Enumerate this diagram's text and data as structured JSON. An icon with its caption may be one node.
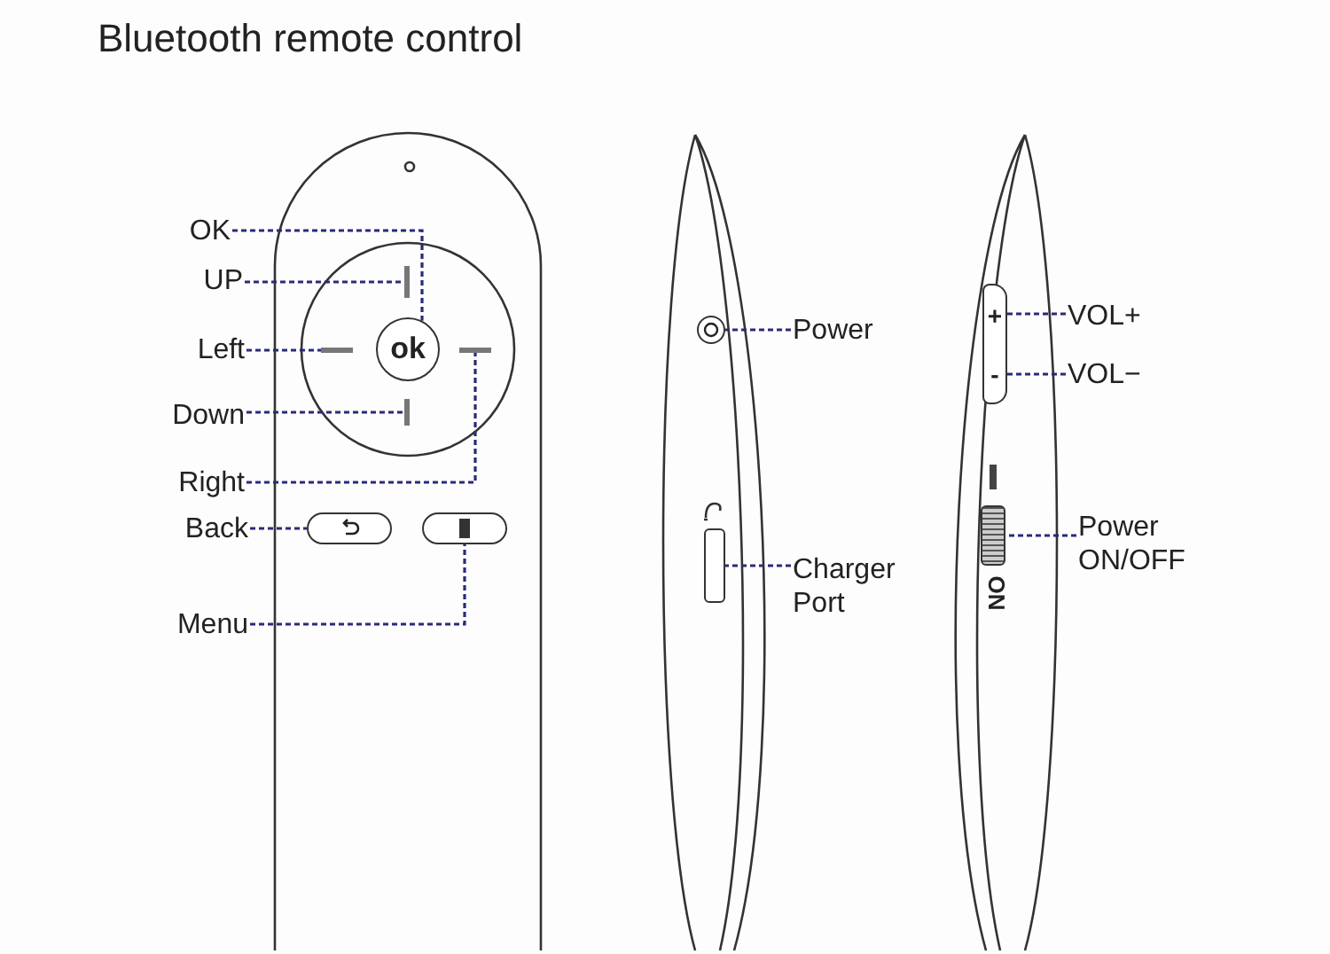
{
  "diagram": {
    "title": "Bluetooth remote control",
    "nodes": [
      {
        "text": [
          "OK"
        ]
      },
      {
        "text": [
          "ok"
        ]
      },
      {
        "text": [
          "UP"
        ]
      },
      {
        "text": [],
        "shape": "bar"
      },
      {
        "text": [
          "Left"
        ]
      },
      {
        "text": [],
        "shape": "bar"
      },
      {
        "text": [
          "Down"
        ]
      },
      {
        "text": [],
        "shape": "bar"
      },
      {
        "text": [
          "Right"
        ]
      },
      {
        "text": [],
        "shape": "bar"
      },
      {
        "text": [
          "Back"
        ]
      },
      {
        "text": [],
        "shape": "box"
      },
      {
        "text": [
          "Menu"
        ]
      },
      {
        "text": [],
        "shape": "box"
      },
      {
        "text": [],
        "shape": "circle"
      },
      {
        "text": [
          "Power"
        ]
      },
      {
        "text": [],
        "shape": "box"
      },
      {
        "text": [
          "Charger Port"
        ]
      },
      {
        "text": [
          "+"
        ]
      },
      {
        "text": [
          "VOL+"
        ]
      },
      {
        "text": [
          "-"
        ]
      },
      {
        "text": [
          "VOL−"
        ]
      },
      {
        "text": [],
        "shape": "box",
        "beside": [
          "ON"
        ]
      },
      {
        "text": [
          "Power ON/OFF"
        ]
      }
    ],
    "edges": [
      {
        "from": 0,
        "to": 1,
        "arrow": "none",
        "style": "dashed"
      },
      {
        "from": 2,
        "to": 3,
        "arrow": "none",
        "style": "dashed"
      },
      {
        "from": 4,
        "to": 5,
        "arrow": "none",
        "style": "dashed"
      },
      {
        "from": 6,
        "to": 7,
        "arrow": "none",
        "style": "dashed"
      },
      {
        "from": 8,
        "to": 9,
        "arrow": "none",
        "style": "dashed"
      },
      {
        "from": 10,
        "to": 11,
        "arrow": "none",
        "style": "dashed"
      },
      {
        "from": 12,
        "to": 13,
        "arrow": "none",
        "style": "dashed"
      },
      {
        "from": 15,
        "to": 14,
        "arrow": "none",
        "style": "dashed"
      },
      {
        "from": 17,
        "to": 16,
        "arrow": "none",
        "style": "dashed"
      },
      {
        "from": 19,
        "to": 18,
        "arrow": "none",
        "style": "dashed"
      },
      {
        "from": 21,
        "to": 20,
        "arrow": "none",
        "style": "dashed"
      },
      {
        "from": 23,
        "to": 22,
        "arrow": "none",
        "style": "dashed"
      }
    ]
  }
}
